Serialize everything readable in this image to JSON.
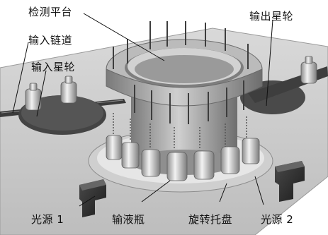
{
  "labels": {
    "detection_platform": "检测平台",
    "output_star_wheel": "输出星轮",
    "input_chain": "输入链道",
    "input_star_wheel": "输入星轮",
    "light_source_1": "光源 1",
    "infusion_bottle": "输液瓶",
    "rotating_tray": "旋转托盘",
    "light_source_2": "光源 2"
  }
}
